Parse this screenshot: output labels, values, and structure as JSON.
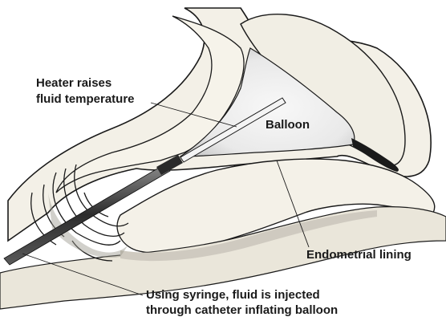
{
  "labels": {
    "heater_line1": "Heater raises",
    "heater_line2": "fluid temperature",
    "balloon": "Balloon",
    "endometrial": "Endometrial lining",
    "syringe_line1": "Using syringe, fluid is injected",
    "syringe_line2": "through catheter inflating balloon"
  },
  "colors": {
    "ink": "#1a1a1a",
    "tissue": "#f2efe6",
    "tissue_shadow": "#d8d4c8",
    "balloon": "#ebebeb",
    "catheter": "#3a3a3a"
  }
}
